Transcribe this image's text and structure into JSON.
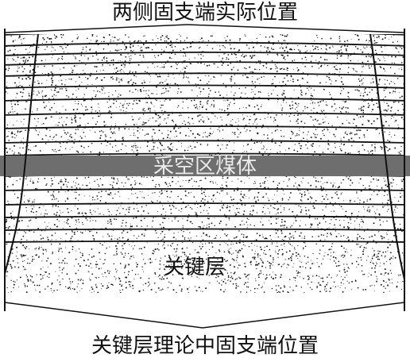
{
  "labels": {
    "top": "两侧固支端实际位置",
    "coal_seam": "采空区煤体",
    "key_stratum": "关键层",
    "bottom": "关键层理论中固支端位置"
  },
  "colors": {
    "ink": "#111111",
    "stipple": "#1a1a1a",
    "coal_band": "#6e6e6e",
    "coal_text": "#eaeaea",
    "background": "#ffffff"
  }
}
